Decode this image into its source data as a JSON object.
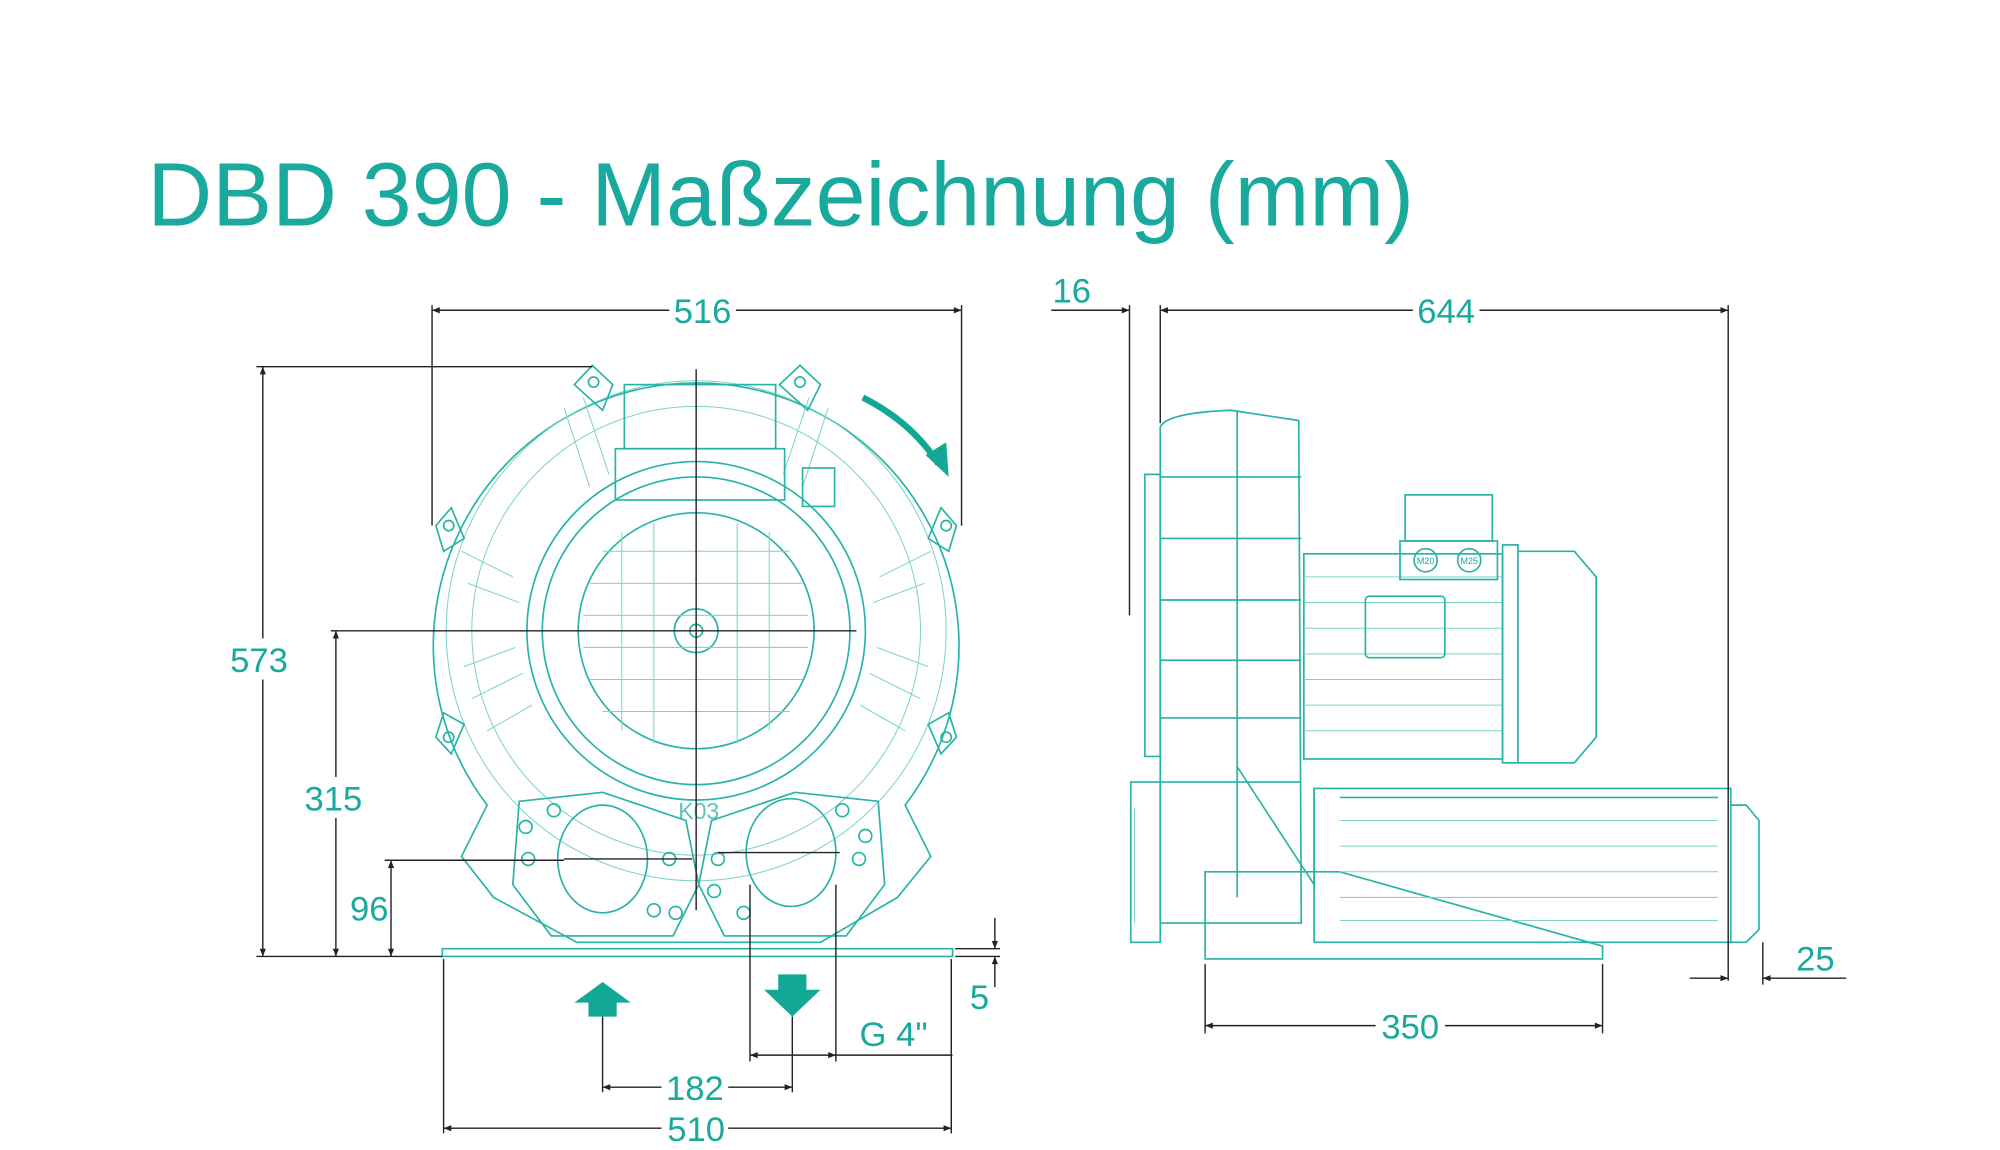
{
  "title": "DBD 390 - Maßzeichnung (mm)",
  "front_view": {
    "width_top": "516",
    "height_total": "573",
    "height_axis": "315",
    "height_ports": "96",
    "base_thickness": "5",
    "port_spacing": "182",
    "base_width": "510",
    "port_thread": "G 4\"",
    "housing_mark": "K03"
  },
  "side_view": {
    "offset": "16",
    "length_total": "644",
    "base_length": "350",
    "overhang": "25",
    "cable_gland_1": "M20",
    "cable_gland_2": "M25"
  },
  "colors": {
    "accent": "#1aa99d",
    "dimension_line": "#222222"
  }
}
